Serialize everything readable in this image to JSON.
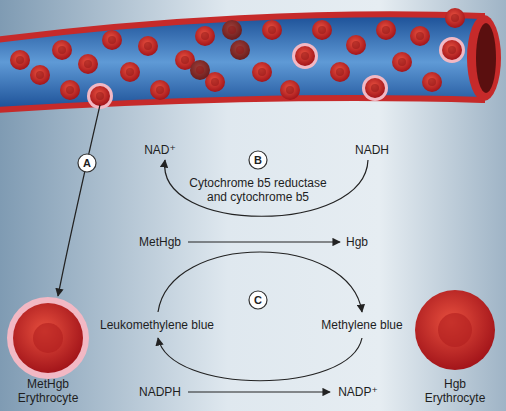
{
  "diagram": {
    "nodes": [
      {
        "text": [
          "A"
        ]
      },
      {
        "text": [
          "B"
        ]
      },
      {
        "text": [
          "C"
        ]
      }
    ],
    "labels": [
      "NAD⁺",
      "NADH",
      "Cytochrome b5 reductase and cytochrome b5",
      "MetHgb",
      "Hgb",
      "Leukomethylene blue",
      "Methylene blue",
      "NADPH",
      "NADP⁺",
      "MetHgb Erythrocyte",
      "Hgb Erythrocyte"
    ]
  }
}
